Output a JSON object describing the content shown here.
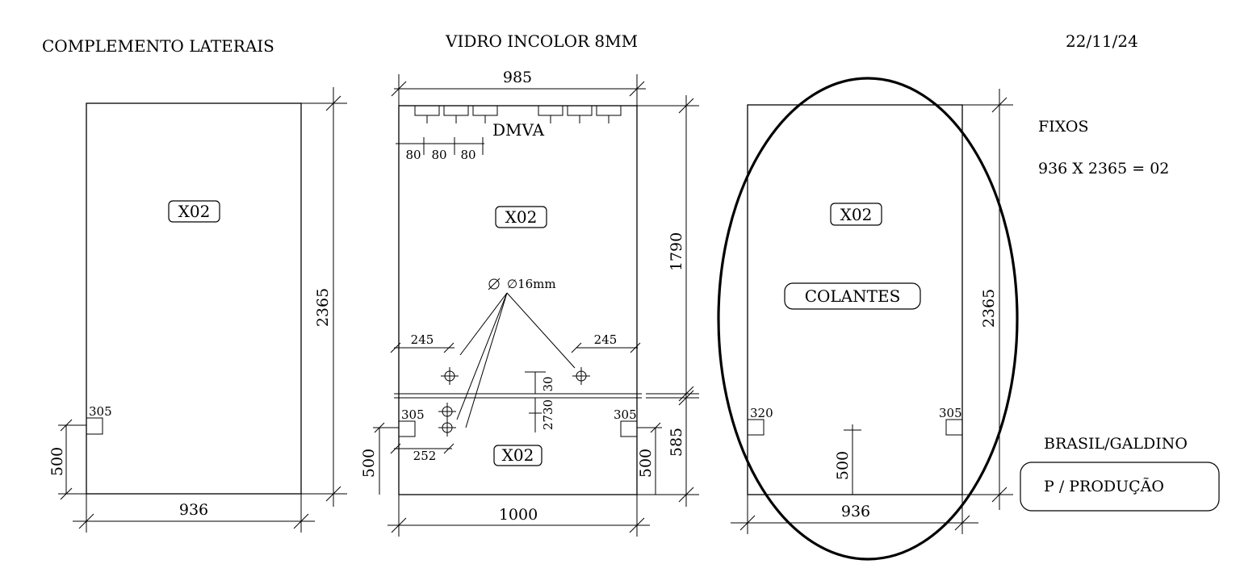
{
  "header": {
    "left": "COMPLEMENTO  LATERAIS",
    "center": "VIDRO INCOLOR 8MM",
    "date": "22/11/24"
  },
  "panel_left": {
    "width": "936",
    "height": "2365",
    "label": "X02",
    "notch_offset": "305",
    "notch_height": "500"
  },
  "panel_center": {
    "top_width": "985",
    "bottom_width": "1000",
    "label_main": "X02",
    "label_lower": "X02",
    "hardware": "DMVA",
    "spacing": [
      "80",
      "80",
      "80"
    ],
    "hole_diameter": "∅16mm",
    "hole_left": "245",
    "hole_right": "245",
    "upper_height": "1790",
    "lower_height": "585",
    "gap_small": "30",
    "gap_large": "2730",
    "offset_bottom_left": "252",
    "notch_left": "305",
    "notch_right": "305",
    "notch_height_left": "500",
    "notch_height_right": "500"
  },
  "panel_right": {
    "label": "X02",
    "tag": "COLANTES",
    "height": "2365",
    "width": "936",
    "notch_left": "320",
    "notch_right": "305",
    "center_mark": "500"
  },
  "notes": {
    "fixos_title": "FIXOS",
    "fixos_spec": "936 X 2365 = 02",
    "client": "BRASIL/GALDINO",
    "status": "P / PRODUÇÃO"
  }
}
